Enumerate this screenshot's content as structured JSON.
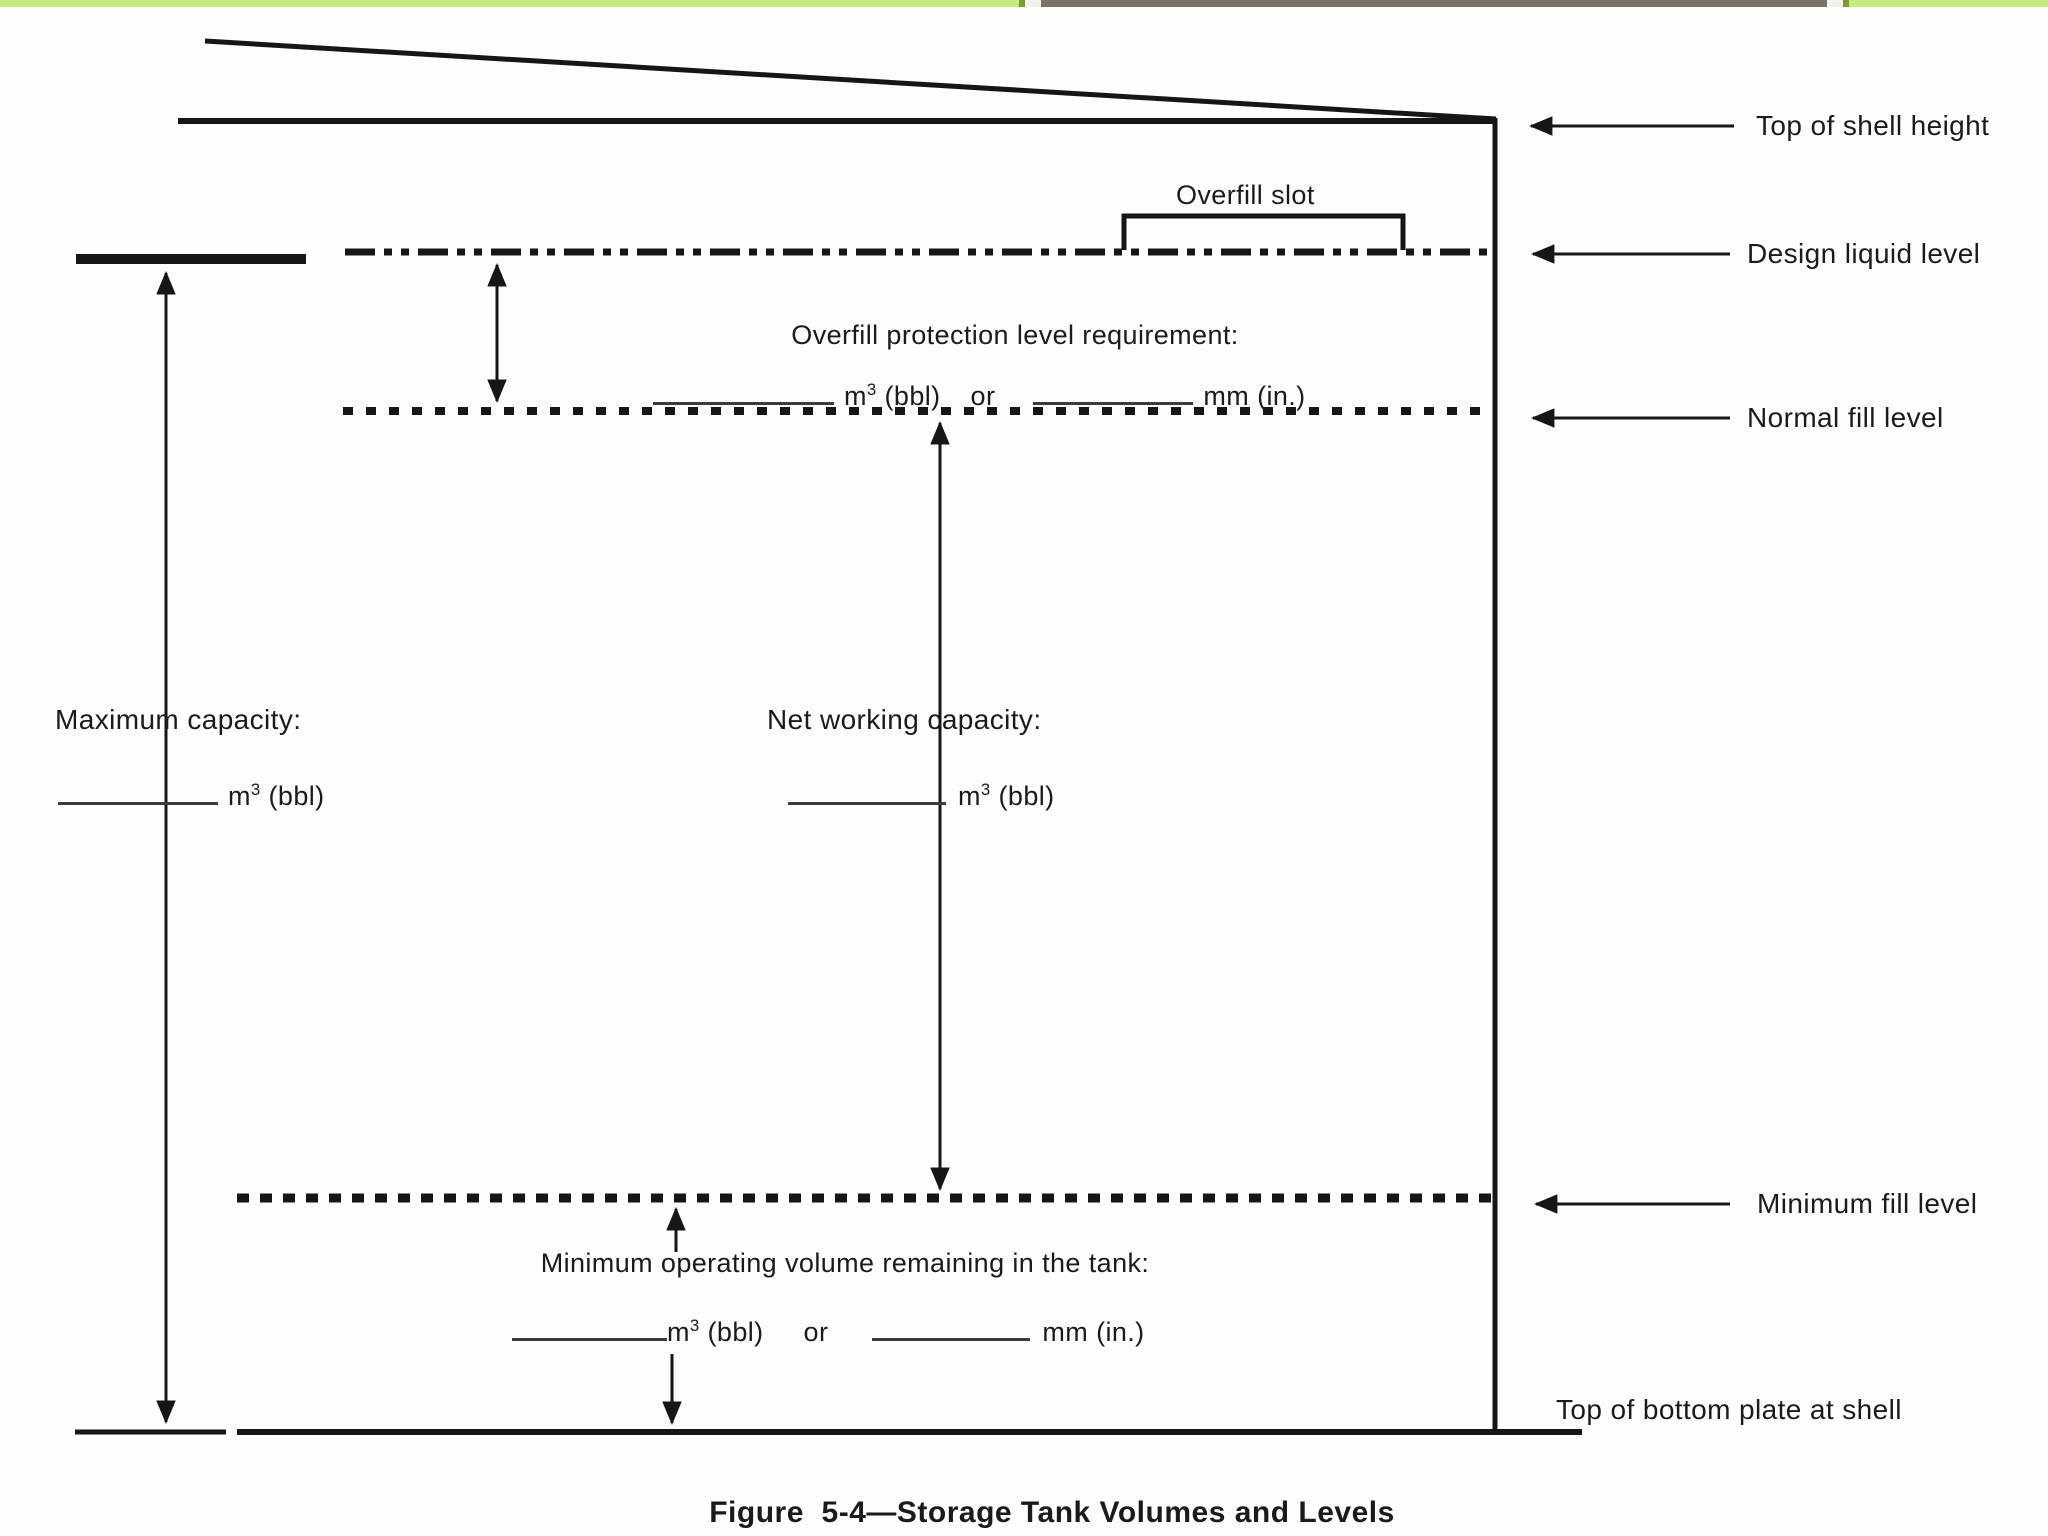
{
  "page": {
    "background": "#fdfdfc",
    "header_strip_colors": {
      "green": "#c7ea81",
      "dark_green": "#7e9b33",
      "gray": "#f2f3ee",
      "brown": "#7b7164"
    }
  },
  "colors": {
    "line": "#161616",
    "text": "#1b1b1b"
  },
  "diagram": {
    "overfill_slot_label": "Overfill slot",
    "annotations": {
      "overfill_protection_title": "Overfill protection level requirement:",
      "maximum_capacity_title": "Maximum capacity:",
      "net_working_capacity_title": "Net working capacity:",
      "minimum_operating_title": "Minimum operating volume remaining in the tank:"
    },
    "units": {
      "m": "m",
      "m_exp": "3",
      "bbl": "(bbl)",
      "or": "or",
      "mm": "mm",
      "inches": "(in.)"
    },
    "level_pointers": {
      "top_of_shell": "Top of shell height",
      "design_liquid": "Design liquid level",
      "normal_fill": "Normal fill level",
      "minimum_fill": "Minimum fill level",
      "top_of_bottom_plate": "Top of bottom plate at shell"
    },
    "caption": "Figure  5-4—Storage Tank Volumes and Levels"
  }
}
